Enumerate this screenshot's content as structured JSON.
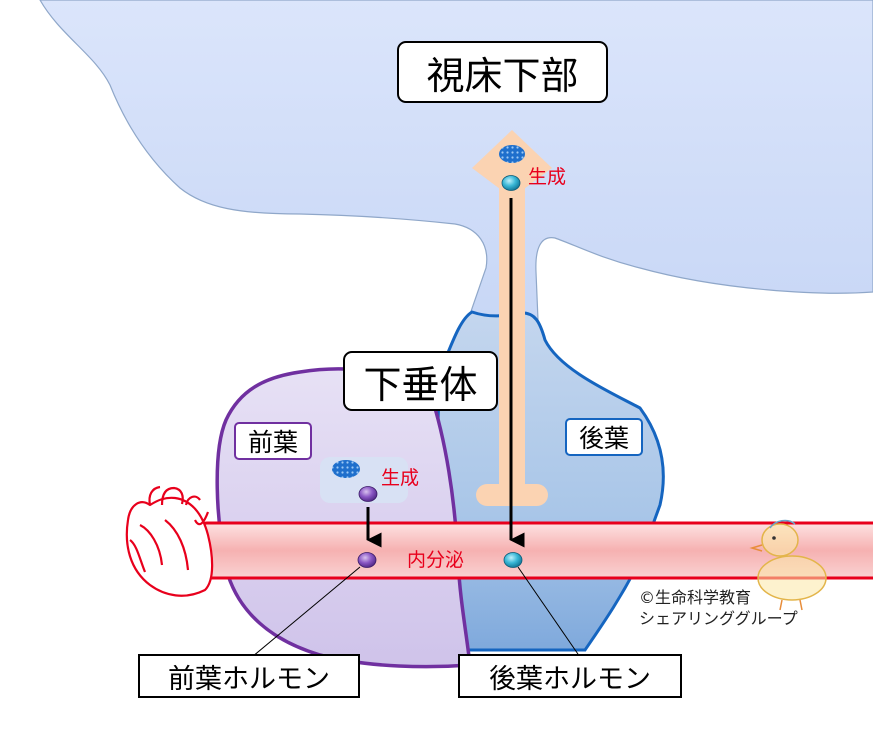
{
  "labels": {
    "hypothalamus": "視床下部",
    "pituitary": "下垂体",
    "anterior_lobe": "前葉",
    "posterior_lobe": "後葉",
    "produce_top": "生成",
    "produce_anterior": "生成",
    "secretion": "内分泌",
    "anterior_hormone": "前葉ホルモン",
    "posterior_hormone": "後葉ホルモン"
  },
  "credit": {
    "line1": "©生命科学教育",
    "line2": "シェアリンググループ"
  },
  "icons": [
    "heart-icon",
    "chick-mascot-icon",
    "ribosome-icon",
    "hormone-granule-icon"
  ],
  "colors": {
    "hypothalamus_fill": "#cfdcf7",
    "anterior_fill": "#ddd6f1",
    "anterior_border": "#7030a0",
    "posterior_fill": "#9ec1e7",
    "posterior_border": "#1565c0",
    "vessel_fill": "#f7bcbc",
    "vessel_border": "#e8001c",
    "axon_fill": "#fbd1ad",
    "label_red": "#e8001c"
  }
}
